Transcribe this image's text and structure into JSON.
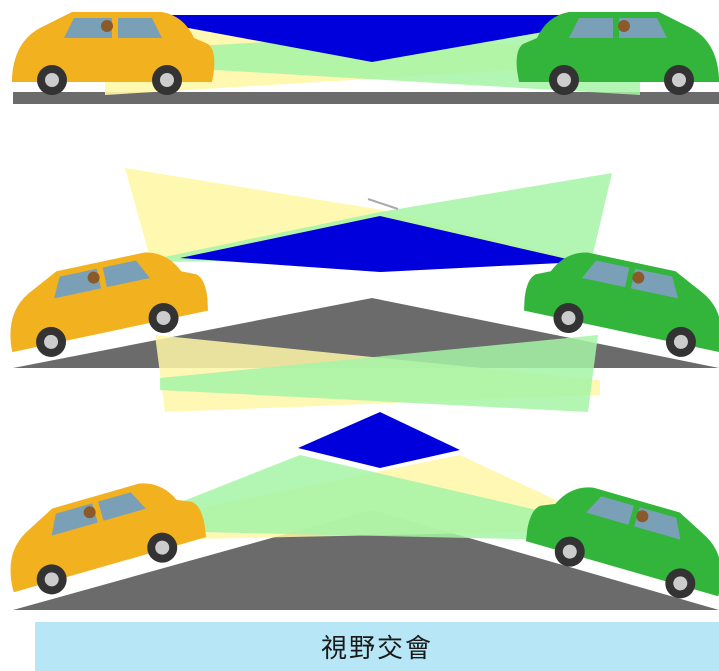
{
  "caption": "視野交會",
  "colors": {
    "yellow_car": "#f2b21f",
    "green_car": "#32b53a",
    "yellow_view": "#fff7a8",
    "green_view": "#a6f5a6",
    "overlap": "#0000dd",
    "road": "#6b6b6b",
    "caption_bg": "#b7e7f7"
  },
  "scenes": [
    {
      "name": "flat-road",
      "road": "flat"
    },
    {
      "name": "crest-road",
      "road": "crest"
    },
    {
      "name": "steep-crest-road",
      "road": "steep-crest"
    }
  ],
  "icons": [
    "yellow-car-icon",
    "green-car-icon",
    "driver-icon"
  ]
}
